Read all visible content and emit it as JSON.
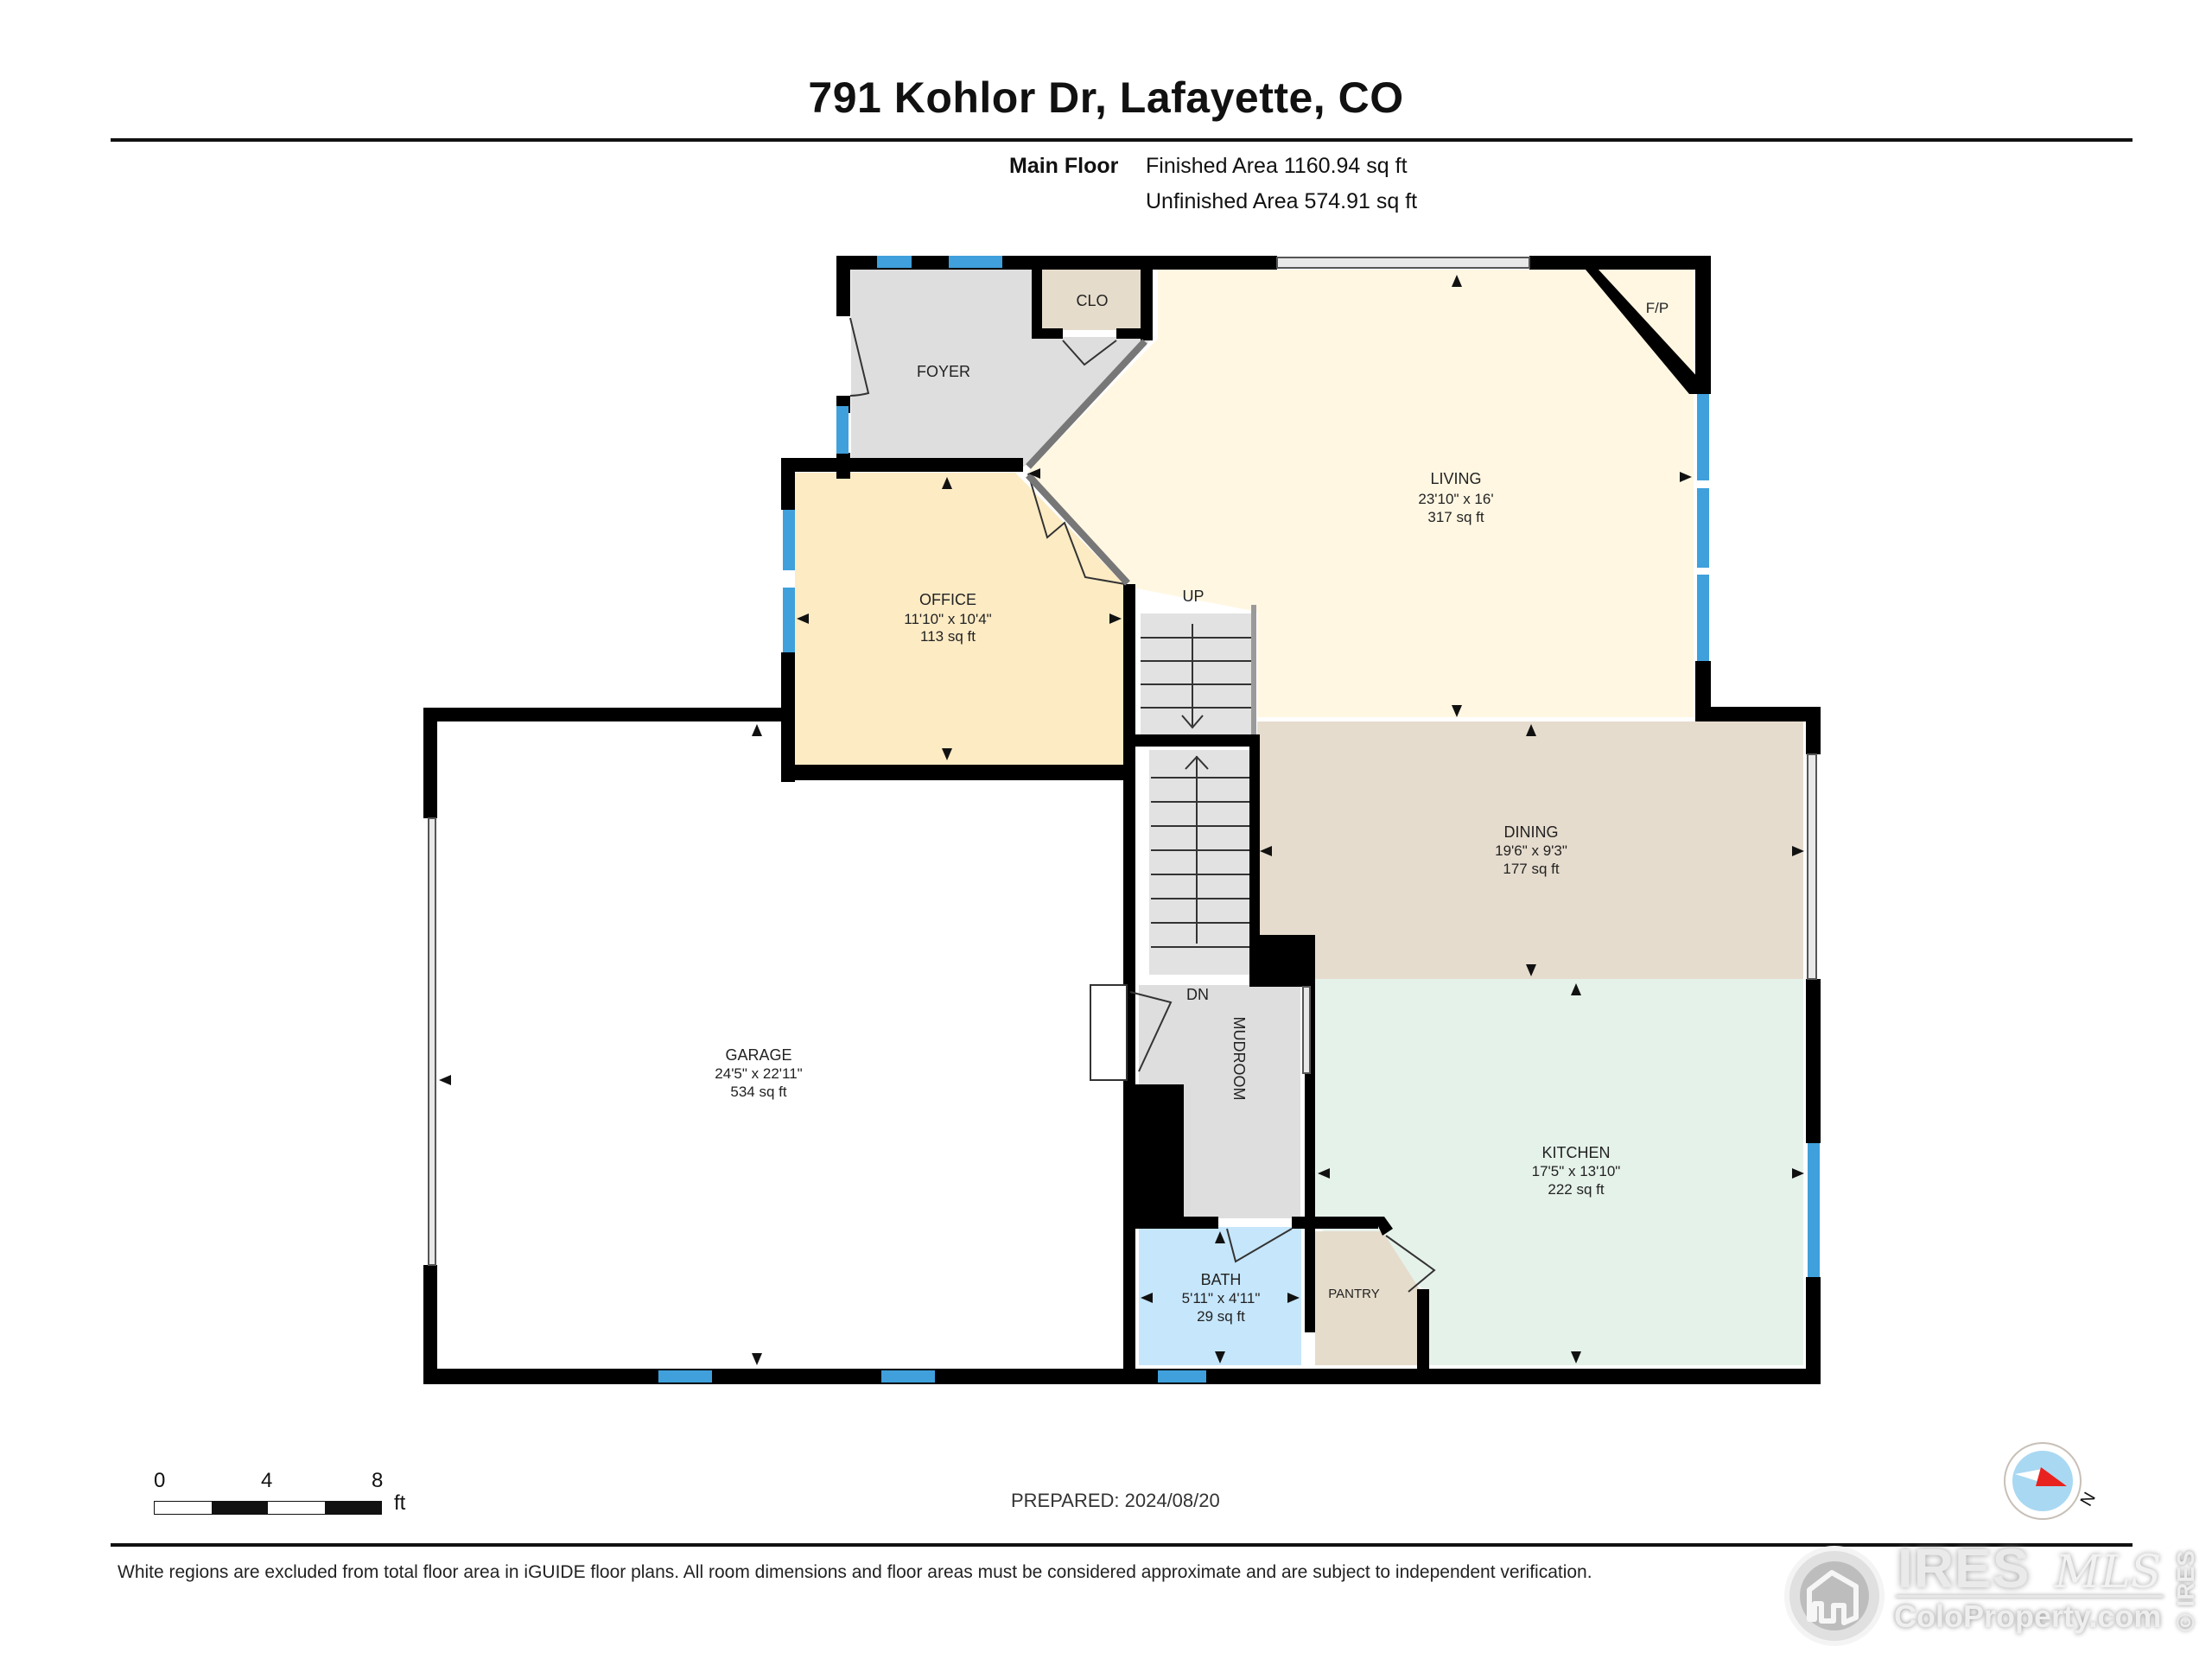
{
  "header": {
    "title": "791 Kohlor Dr, Lafayette, CO",
    "floor_name": "Main Floor",
    "finished_area": "Finished Area 1160.94 sq ft",
    "unfinished_area": "Unfinished Area 574.91 sq ft"
  },
  "colors": {
    "wall": "#000000",
    "window": "#3fa0dc",
    "foyer": "#dedede",
    "closet": "#e6dccb",
    "living": "#fff7e2",
    "office": "#fdebc4",
    "dining": "#e6dccd",
    "kitchen": "#e5f2ea",
    "mudroom": "#dedede",
    "bath": "#c6e6fb",
    "pantry": "#e6dccb",
    "garage": "#ffffff",
    "stairs": "#e2e2e2"
  },
  "rooms": [
    {
      "key": "foyer",
      "name": "FOYER",
      "dims": "",
      "area": ""
    },
    {
      "key": "closet",
      "name": "CLO",
      "dims": "",
      "area": ""
    },
    {
      "key": "fireplace",
      "name": "F/P",
      "dims": "",
      "area": ""
    },
    {
      "key": "living",
      "name": "LIVING",
      "dims": "23'10\" x 16'",
      "area": "317 sq ft"
    },
    {
      "key": "office",
      "name": "OFFICE",
      "dims": "11'10\" x 10'4\"",
      "area": "113 sq ft"
    },
    {
      "key": "dining",
      "name": "DINING",
      "dims": "19'6\" x 9'3\"",
      "area": "177 sq ft"
    },
    {
      "key": "kitchen",
      "name": "KITCHEN",
      "dims": "17'5\" x 13'10\"",
      "area": "222 sq ft"
    },
    {
      "key": "garage",
      "name": "GARAGE",
      "dims": "24'5\" x 22'11\"",
      "area": "534 sq ft"
    },
    {
      "key": "mudroom",
      "name": "MUDROOM",
      "dims": "",
      "area": ""
    },
    {
      "key": "bath",
      "name": "BATH",
      "dims": "5'11\" x 4'11\"",
      "area": "29 sq ft"
    },
    {
      "key": "pantry",
      "name": "PANTRY",
      "dims": "",
      "area": ""
    }
  ],
  "stairs": {
    "up_label": "UP",
    "down_label": "DN"
  },
  "scale": {
    "ticks": [
      "0",
      "4",
      "8"
    ],
    "unit": "ft"
  },
  "prepared": "PREPARED: 2024/08/20",
  "compass": {
    "north_label": "N",
    "needle_color": "#e8231f",
    "ring_color": "#a9d8f2"
  },
  "disclaimer": "White regions are excluded from total floor area in iGUIDE floor plans. All room dimensions and floor areas must be considered approximate and are subject to independent verification.",
  "watermark": {
    "brand": "IRES",
    "script": "MLS",
    "site": "ColoProperty.com",
    "vertical": "© IRES"
  }
}
